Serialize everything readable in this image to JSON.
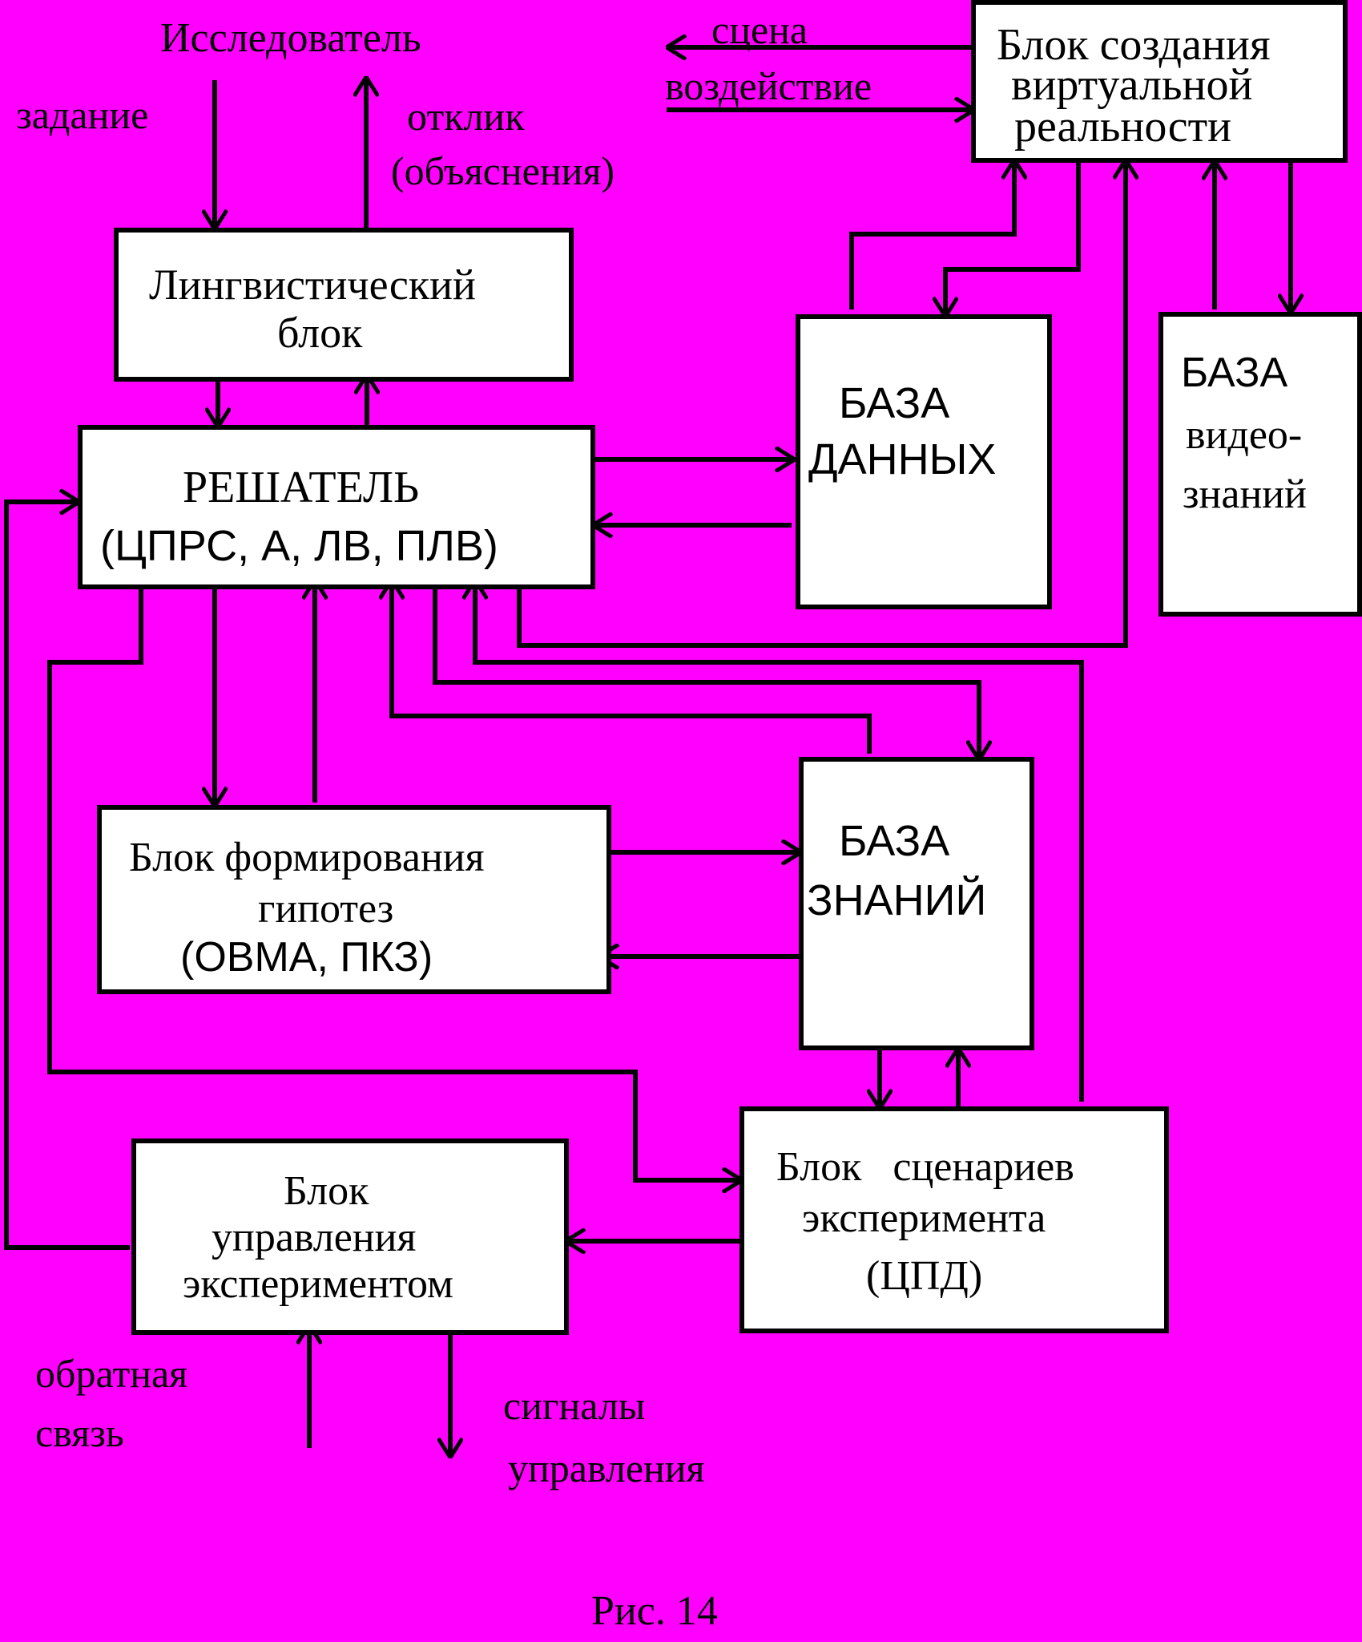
{
  "external_labels": {
    "researcher": "Исследователь",
    "task": "задание",
    "response_line1": "отклик",
    "response_line2": "(объяснения)",
    "scene": "сцена",
    "impact": "воздействие",
    "feedback_line1": "обратная",
    "feedback_line2": "связь",
    "control_signals_line1": "сигналы",
    "control_signals_line2": "управления"
  },
  "blocks": {
    "vr": {
      "line1": "Блок создания",
      "line2": "виртуальной",
      "line3": "реальности"
    },
    "linguistic": {
      "line1": "Лингвистический",
      "line2": "блок"
    },
    "solver": {
      "line1": "РЕШАТЕЛЬ",
      "line2": "(ЦПРС, А, ЛВ, ПЛВ)"
    },
    "database": {
      "line1": "БАЗА",
      "line2": "ДАННЫХ"
    },
    "video_knowledge": {
      "line1": "БАЗА",
      "line2": "видео-",
      "line3": "знаний"
    },
    "hypothesis": {
      "line1": "Блок формирования",
      "line2": "гипотез",
      "line3": "(ОВМА, ПКЗ)"
    },
    "knowledge": {
      "line1": "БАЗА",
      "line2": "ЗНАНИЙ"
    },
    "scenarios": {
      "line1": "Блок   сценариев",
      "line2": "эксперимента",
      "line3": "(ЦПД)"
    },
    "control": {
      "line1": "Блок",
      "line2": "управления",
      "line3": "экспериментом"
    }
  },
  "caption": "Рис. 14",
  "colors": {
    "background": "#ff00ff",
    "box_fill": "#ffffff",
    "line": "#000000"
  }
}
